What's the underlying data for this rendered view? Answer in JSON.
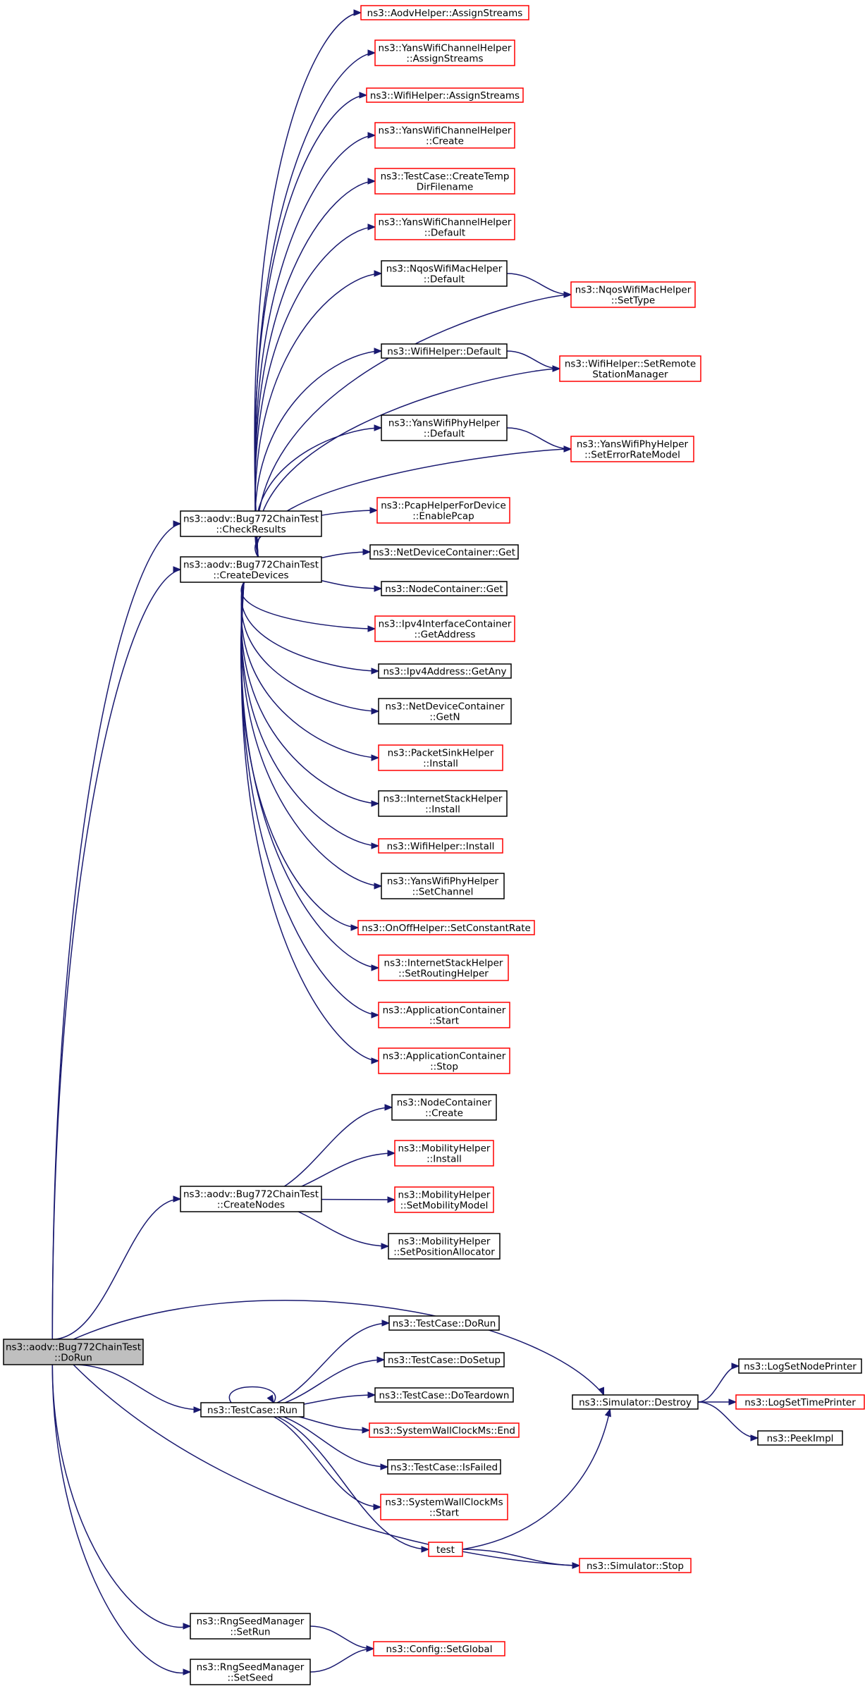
{
  "colors": {
    "edge": "#191970",
    "border_black": "#000000",
    "border_red": "#ff0000",
    "root_fill": "#bfbfbf",
    "node_fill": "#ffffff"
  },
  "nodes": {
    "dorun_root": {
      "lines": [
        "ns3::aodv::Bug772ChainTest",
        "::DoRun"
      ],
      "border": "black",
      "root": true
    },
    "checkresults": {
      "lines": [
        "ns3::aodv::Bug772ChainTest",
        "::CheckResults"
      ],
      "border": "black"
    },
    "createdevices": {
      "lines": [
        "ns3::aodv::Bug772ChainTest",
        "::CreateDevices"
      ],
      "border": "black"
    },
    "createnodes": {
      "lines": [
        "ns3::aodv::Bug772ChainTest",
        "::CreateNodes"
      ],
      "border": "black"
    },
    "testcase_run": {
      "lines": [
        "ns3::TestCase::Run"
      ],
      "border": "black"
    },
    "rng_setrun": {
      "lines": [
        "ns3::RngSeedManager",
        "::SetRun"
      ],
      "border": "black"
    },
    "rng_setseed": {
      "lines": [
        "ns3::RngSeedManager",
        "::SetSeed"
      ],
      "border": "black"
    },
    "aodv_assignstreams": {
      "lines": [
        "ns3::AodvHelper::AssignStreams"
      ],
      "border": "red"
    },
    "yanschan_assignstreams": {
      "lines": [
        "ns3::YansWifiChannelHelper",
        "::AssignStreams"
      ],
      "border": "red"
    },
    "wifi_assignstreams": {
      "lines": [
        "ns3::WifiHelper::AssignStreams"
      ],
      "border": "red"
    },
    "yanschan_create": {
      "lines": [
        "ns3::YansWifiChannelHelper",
        "::Create"
      ],
      "border": "red"
    },
    "createtempdir": {
      "lines": [
        "ns3::TestCase::CreateTemp",
        "DirFilename"
      ],
      "border": "red"
    },
    "yanschan_default": {
      "lines": [
        "ns3::YansWifiChannelHelper",
        "::Default"
      ],
      "border": "red"
    },
    "nqos_default": {
      "lines": [
        "ns3::NqosWifiMacHelper",
        "::Default"
      ],
      "border": "black"
    },
    "nqos_settype": {
      "lines": [
        "ns3::NqosWifiMacHelper",
        "::SetType"
      ],
      "border": "red"
    },
    "wifi_default": {
      "lines": [
        "ns3::WifiHelper::Default"
      ],
      "border": "black"
    },
    "wifi_setremote": {
      "lines": [
        "ns3::WifiHelper::SetRemote",
        "StationManager"
      ],
      "border": "red"
    },
    "yansphy_default": {
      "lines": [
        "ns3::YansWifiPhyHelper",
        "::Default"
      ],
      "border": "black"
    },
    "yansphy_seterror": {
      "lines": [
        "ns3::YansWifiPhyHelper",
        "::SetErrorRateModel"
      ],
      "border": "red"
    },
    "pcap_enable": {
      "lines": [
        "ns3::PcapHelperForDevice",
        "::EnablePcap"
      ],
      "border": "red"
    },
    "netdev_get": {
      "lines": [
        "ns3::NetDeviceContainer::Get"
      ],
      "border": "black"
    },
    "nodecont_get": {
      "lines": [
        "ns3::NodeContainer::Get"
      ],
      "border": "black"
    },
    "ipv4if_getaddress": {
      "lines": [
        "ns3::Ipv4InterfaceContainer",
        "::GetAddress"
      ],
      "border": "red"
    },
    "ipv4addr_getany": {
      "lines": [
        "ns3::Ipv4Address::GetAny"
      ],
      "border": "black"
    },
    "netdev_getn": {
      "lines": [
        "ns3::NetDeviceContainer",
        "::GetN"
      ],
      "border": "black"
    },
    "packetsink_install": {
      "lines": [
        "ns3::PacketSinkHelper",
        "::Install"
      ],
      "border": "red"
    },
    "internetstack_install": {
      "lines": [
        "ns3::InternetStackHelper",
        "::Install"
      ],
      "border": "black"
    },
    "wifi_install": {
      "lines": [
        "ns3::WifiHelper::Install"
      ],
      "border": "red"
    },
    "yansphy_setchannel": {
      "lines": [
        "ns3::YansWifiPhyHelper",
        "::SetChannel"
      ],
      "border": "black"
    },
    "onoff_setconstantrate": {
      "lines": [
        "ns3::OnOffHelper::SetConstantRate"
      ],
      "border": "red"
    },
    "internetstack_setrouting": {
      "lines": [
        "ns3::InternetStackHelper",
        "::SetRoutingHelper"
      ],
      "border": "red"
    },
    "appcont_start": {
      "lines": [
        "ns3::ApplicationContainer",
        "::Start"
      ],
      "border": "red"
    },
    "appcont_stop": {
      "lines": [
        "ns3::ApplicationContainer",
        "::Stop"
      ],
      "border": "red"
    },
    "nodecont_create": {
      "lines": [
        "ns3::NodeContainer",
        "::Create"
      ],
      "border": "black"
    },
    "mobility_install": {
      "lines": [
        "ns3::MobilityHelper",
        "::Install"
      ],
      "border": "red"
    },
    "mobility_setmodel": {
      "lines": [
        "ns3::MobilityHelper",
        "::SetMobilityModel"
      ],
      "border": "red"
    },
    "mobility_setpos": {
      "lines": [
        "ns3::MobilityHelper",
        "::SetPositionAllocator"
      ],
      "border": "black"
    },
    "testcase_dorun": {
      "lines": [
        "ns3::TestCase::DoRun"
      ],
      "border": "black"
    },
    "testcase_dosetup": {
      "lines": [
        "ns3::TestCase::DoSetup"
      ],
      "border": "black"
    },
    "testcase_doteardown": {
      "lines": [
        "ns3::TestCase::DoTeardown"
      ],
      "border": "black"
    },
    "swc_end": {
      "lines": [
        "ns3::SystemWallClockMs::End"
      ],
      "border": "red"
    },
    "testcase_isfailed": {
      "lines": [
        "ns3::TestCase::IsFailed"
      ],
      "border": "black"
    },
    "swc_start": {
      "lines": [
        "ns3::SystemWallClockMs",
        "::Start"
      ],
      "border": "red"
    },
    "test": {
      "lines": [
        "test"
      ],
      "border": "red"
    },
    "simulator_destroy": {
      "lines": [
        "ns3::Simulator::Destroy"
      ],
      "border": "black"
    },
    "simulator_stop": {
      "lines": [
        "ns3::Simulator::Stop"
      ],
      "border": "red"
    },
    "config_setglobal": {
      "lines": [
        "ns3::Config::SetGlobal"
      ],
      "border": "red"
    },
    "log_setnodeprinter": {
      "lines": [
        "ns3::LogSetNodePrinter"
      ],
      "border": "black"
    },
    "log_settimeprinter": {
      "lines": [
        "ns3::LogSetTimePrinter"
      ],
      "border": "red"
    },
    "peekimpl": {
      "lines": [
        "ns3::PeekImpl"
      ],
      "border": "black"
    }
  },
  "edges": [
    [
      "dorun_root",
      "checkresults"
    ],
    [
      "dorun_root",
      "createdevices"
    ],
    [
      "dorun_root",
      "createnodes"
    ],
    [
      "dorun_root",
      "testcase_run"
    ],
    [
      "dorun_root",
      "simulator_destroy"
    ],
    [
      "dorun_root",
      "simulator_stop"
    ],
    [
      "dorun_root",
      "rng_setrun"
    ],
    [
      "dorun_root",
      "rng_setseed"
    ],
    [
      "createdevices",
      "aodv_assignstreams"
    ],
    [
      "createdevices",
      "yanschan_assignstreams"
    ],
    [
      "createdevices",
      "wifi_assignstreams"
    ],
    [
      "createdevices",
      "yanschan_create"
    ],
    [
      "createdevices",
      "createtempdir"
    ],
    [
      "createdevices",
      "yanschan_default"
    ],
    [
      "createdevices",
      "nqos_default"
    ],
    [
      "createdevices",
      "nqos_settype"
    ],
    [
      "createdevices",
      "wifi_default"
    ],
    [
      "createdevices",
      "wifi_setremote"
    ],
    [
      "createdevices",
      "yansphy_default"
    ],
    [
      "createdevices",
      "yansphy_seterror"
    ],
    [
      "createdevices",
      "pcap_enable"
    ],
    [
      "createdevices",
      "netdev_get"
    ],
    [
      "createdevices",
      "nodecont_get"
    ],
    [
      "createdevices",
      "ipv4if_getaddress"
    ],
    [
      "createdevices",
      "ipv4addr_getany"
    ],
    [
      "createdevices",
      "netdev_getn"
    ],
    [
      "createdevices",
      "packetsink_install"
    ],
    [
      "createdevices",
      "internetstack_install"
    ],
    [
      "createdevices",
      "wifi_install"
    ],
    [
      "createdevices",
      "yansphy_setchannel"
    ],
    [
      "createdevices",
      "onoff_setconstantrate"
    ],
    [
      "createdevices",
      "internetstack_setrouting"
    ],
    [
      "createdevices",
      "appcont_start"
    ],
    [
      "createdevices",
      "appcont_stop"
    ],
    [
      "nqos_default",
      "nqos_settype"
    ],
    [
      "wifi_default",
      "wifi_setremote"
    ],
    [
      "yansphy_default",
      "yansphy_seterror"
    ],
    [
      "createnodes",
      "nodecont_create"
    ],
    [
      "createnodes",
      "mobility_install"
    ],
    [
      "createnodes",
      "mobility_setmodel"
    ],
    [
      "createnodes",
      "mobility_setpos"
    ],
    [
      "testcase_run",
      "testcase_run"
    ],
    [
      "testcase_run",
      "testcase_dorun"
    ],
    [
      "testcase_run",
      "testcase_dosetup"
    ],
    [
      "testcase_run",
      "testcase_doteardown"
    ],
    [
      "testcase_run",
      "swc_end"
    ],
    [
      "testcase_run",
      "testcase_isfailed"
    ],
    [
      "testcase_run",
      "swc_start"
    ],
    [
      "testcase_run",
      "test"
    ],
    [
      "test",
      "simulator_destroy"
    ],
    [
      "test",
      "simulator_stop"
    ],
    [
      "simulator_destroy",
      "log_setnodeprinter"
    ],
    [
      "simulator_destroy",
      "log_settimeprinter"
    ],
    [
      "simulator_destroy",
      "peekimpl"
    ],
    [
      "rng_setrun",
      "config_setglobal"
    ],
    [
      "rng_setseed",
      "config_setglobal"
    ]
  ]
}
